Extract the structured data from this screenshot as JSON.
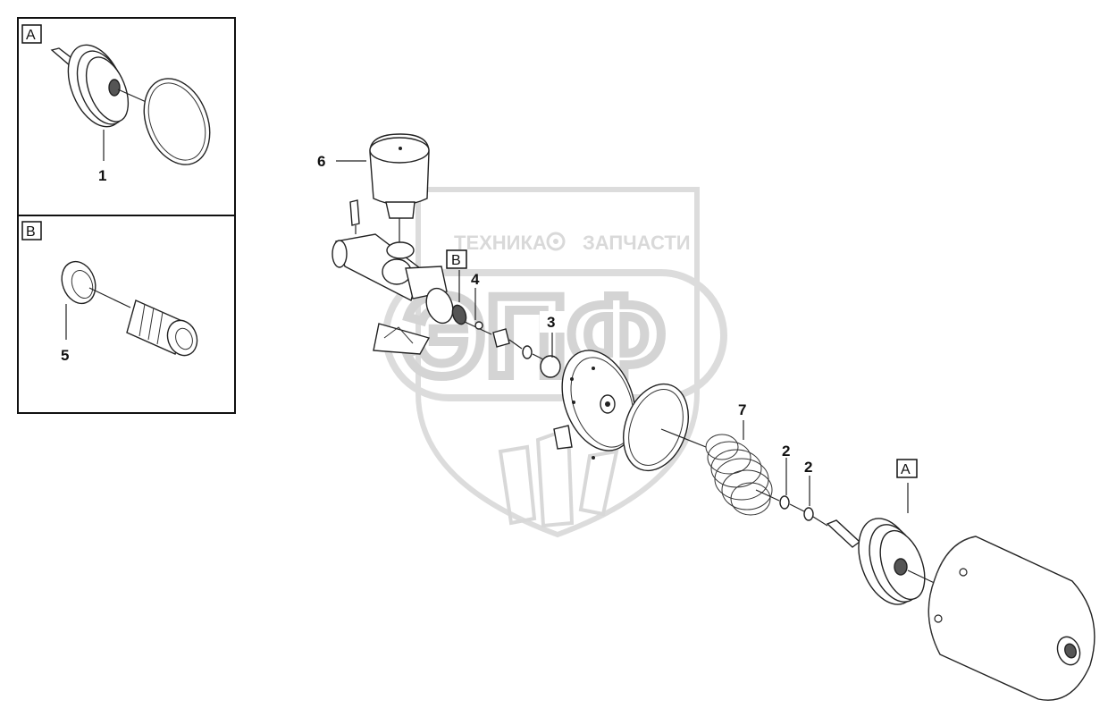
{
  "watermark": {
    "top_text": "ТЕХНИКА",
    "top_text_right": "ЗАПЧАСТИ",
    "gear_icon": "gear-icon",
    "big_text": "ЭПФ"
  },
  "insets": {
    "a": {
      "letter": "A",
      "part_label": "1"
    },
    "b": {
      "letter": "B",
      "part_label": "5"
    }
  },
  "callouts": {
    "c6": "6",
    "c4": "4",
    "c3": "3",
    "c7": "7",
    "c2a": "2",
    "c2b": "2",
    "box_b": "B",
    "box_a": "A"
  },
  "colors": {
    "line": "#222222",
    "watermark": "#d6d6d6"
  }
}
